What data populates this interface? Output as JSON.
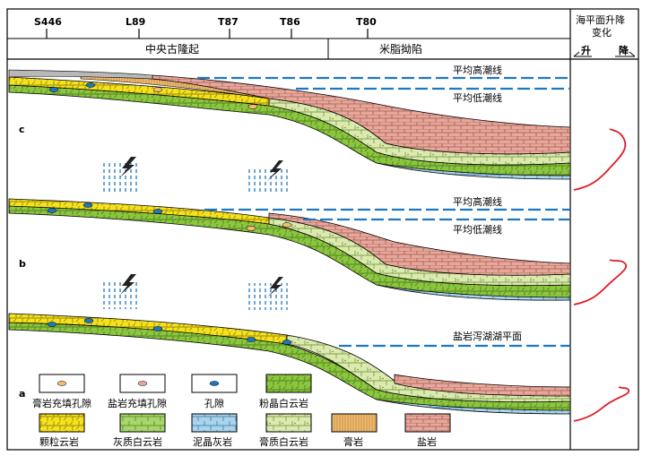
{
  "wells": [
    "S446",
    "L89",
    "T87",
    "T86",
    "T80"
  ],
  "regions": {
    "uplift": "中央古隆起",
    "depression": "米脂拗陷"
  },
  "sea_level": {
    "title_line1": "海平面升降",
    "title_line2": "变化",
    "rise": "升",
    "fall": "降"
  },
  "panels": [
    {
      "letter": "c",
      "tide_lines": [
        "平均高潮线",
        "平均低潮线"
      ]
    },
    {
      "letter": "b",
      "tide_lines": [
        "平均高潮线",
        "平均低潮线"
      ]
    },
    {
      "letter": "a",
      "tide_lines": [
        "盐岩泻湖湖平面"
      ]
    }
  ],
  "legend": [
    {
      "key": "gypsum_pore",
      "label": "膏岩充填孔隙"
    },
    {
      "key": "salt_pore",
      "label": "盐岩充填孔隙"
    },
    {
      "key": "pore",
      "label": "孔隙"
    },
    {
      "key": "powder_dolomite",
      "label": "粉晶白云岩"
    },
    {
      "key": "grain_dolomite",
      "label": "颗粒云岩"
    },
    {
      "key": "lime_dolomite",
      "label": "灰质白云岩"
    },
    {
      "key": "micrite_limestone",
      "label": "泥晶灰岩"
    },
    {
      "key": "gypsum_dolomite",
      "label": "膏质白云岩"
    },
    {
      "key": "gypsum_rock",
      "label": "膏岩"
    },
    {
      "key": "salt_rock",
      "label": "盐岩"
    }
  ],
  "colors": {
    "grain_dolomite": "#f6e21c",
    "powder_dolomite": "#8cc63e",
    "gypsum_dolomite": "#cfe6a0",
    "micrite_limestone": "#a8d4ee",
    "gypsum_rock": "#f2bd72",
    "salt_rock": "#e8a79b",
    "pore_fill": "#1f77c0",
    "gypsum_pore_fill": "#f2bd72",
    "tide_line": "#1f77c0",
    "sea_curve": "#e01b24"
  }
}
